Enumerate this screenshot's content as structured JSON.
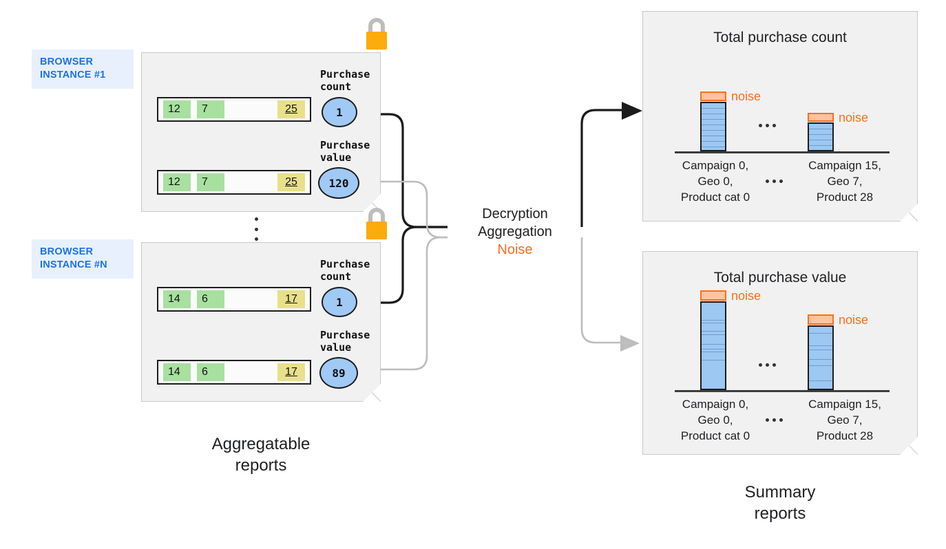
{
  "browser_instances": [
    {
      "tag": "BROWSER\nINSTANCE #1",
      "lock_icon": "padlock-icon",
      "rows": [
        {
          "metric_label": "Purchase\ncount",
          "bubble_value": "1",
          "cells": [
            "12",
            "7",
            "25"
          ]
        },
        {
          "metric_label": "Purchase\nvalue",
          "bubble_value": "120",
          "cells": [
            "12",
            "7",
            "25"
          ]
        }
      ]
    },
    {
      "tag": "BROWSER\nINSTANCE #N",
      "lock_icon": "padlock-icon",
      "rows": [
        {
          "metric_label": "Purchase\ncount",
          "bubble_value": "1",
          "cells": [
            "14",
            "6",
            "17"
          ]
        },
        {
          "metric_label": "Purchase\nvalue",
          "bubble_value": "89",
          "cells": [
            "14",
            "6",
            "17"
          ]
        }
      ]
    }
  ],
  "ellipsis": "⋮",
  "process": {
    "line1": "Decryption",
    "line2": "Aggregation",
    "line3": "Noise",
    "noise_color": "#ff6d1f"
  },
  "captions": {
    "left": "Aggregatable\nreports",
    "right": "Summary\nreports"
  },
  "colors": {
    "browser_tag_bg": "#e8f0fe",
    "browser_tag_text": "#1a73e8",
    "panel_bg": "#f1f1f1",
    "cell_green": "#a8e0a0",
    "cell_yellow": "#e8e08a",
    "bubble_blue": "#a0c9f5",
    "bar_blue": "#9cc8f2",
    "noise_orange": "#ff6d1f",
    "noise_fill": "#ffc3a0",
    "lock_body": "#fbab0b",
    "lock_shackle": "#bdbdbd"
  },
  "chart_data": [
    {
      "type": "bar",
      "title": "Total purchase count",
      "panel": "summary-report-count",
      "categories": [
        "Campaign 0,\nGeo 0,\nProduct cat 0",
        "Campaign 15,\nGeo 7,\nProduct 28"
      ],
      "values": [
        9,
        5
      ],
      "series": [
        {
          "name": "Total purchase count",
          "values": [
            9,
            5
          ]
        }
      ],
      "noise": [
        1,
        1
      ],
      "noise_label": "noise",
      "segments": [
        [
          1,
          1,
          1,
          1,
          1,
          1,
          1,
          1,
          1
        ],
        [
          1,
          1,
          1,
          1,
          1
        ]
      ],
      "between_categories_marker": "...",
      "xlabel": "",
      "ylabel": "",
      "grid": false,
      "legend": "none"
    },
    {
      "type": "bar",
      "title": "Total purchase value",
      "panel": "summary-report-value",
      "categories": [
        "Campaign 0,\nGeo 0,\nProduct cat 0",
        "Campaign 15,\nGeo 7,\nProduct 28"
      ],
      "values": [
        120,
        89
      ],
      "series": [
        {
          "name": "Total purchase value",
          "values": [
            120,
            89
          ]
        }
      ],
      "noise": [
        8,
        8
      ],
      "noise_label": "noise",
      "segments": [
        [
          26,
          4,
          12,
          5,
          14,
          7,
          4,
          12,
          30
        ],
        [
          10,
          18,
          6,
          14,
          9,
          22,
          12
        ]
      ],
      "between_categories_marker": "...",
      "xlabel": "",
      "ylabel": "",
      "grid": false,
      "legend": "none"
    }
  ]
}
